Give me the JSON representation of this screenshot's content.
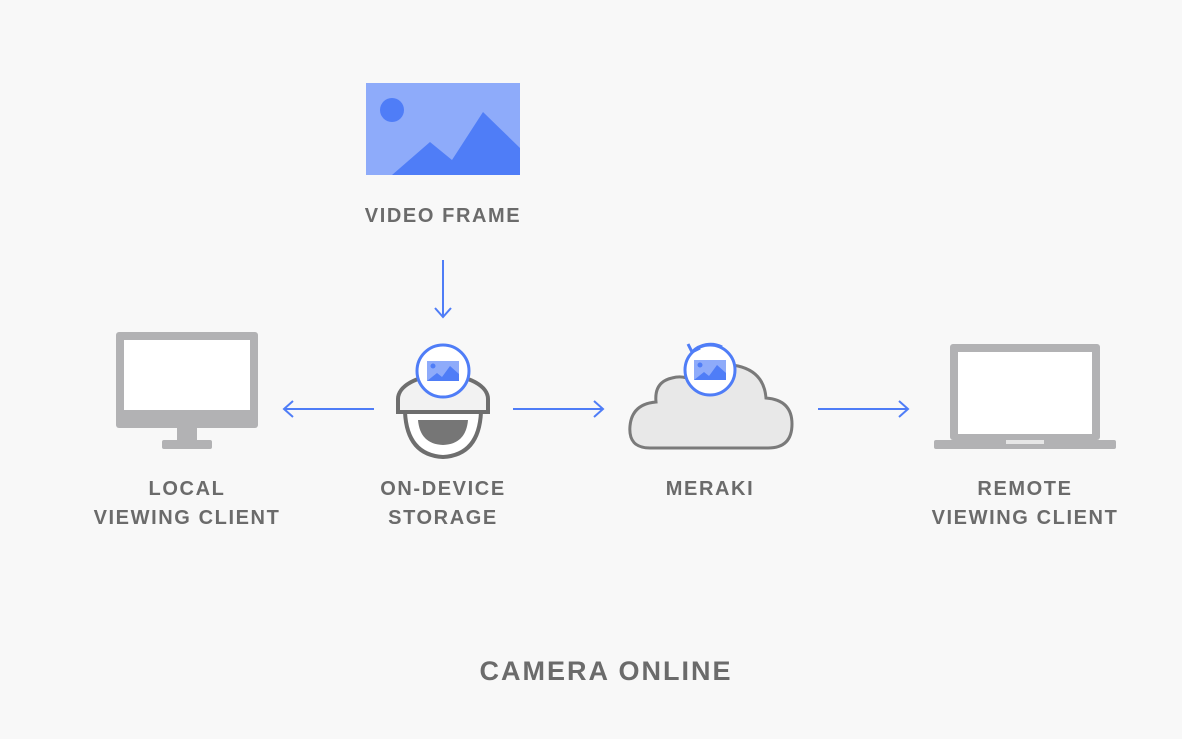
{
  "nodes": {
    "video_frame": {
      "label": "VIDEO FRAME"
    },
    "local_client": {
      "label_line1": "LOCAL",
      "label_line2": "VIEWING CLIENT"
    },
    "storage": {
      "label_line1": "ON-DEVICE",
      "label_line2": "STORAGE"
    },
    "meraki": {
      "label": "MERAKI"
    },
    "remote_client": {
      "label_line1": "REMOTE",
      "label_line2": "VIEWING CLIENT"
    }
  },
  "footer": {
    "label": "CAMERA ONLINE"
  },
  "colors": {
    "accent_blue": "#4f7df7",
    "light_blue": "#8eabfa",
    "device_gray": "#b2b2b4",
    "label_gray": "#6b6b6b",
    "background": "#f8f8f8"
  }
}
